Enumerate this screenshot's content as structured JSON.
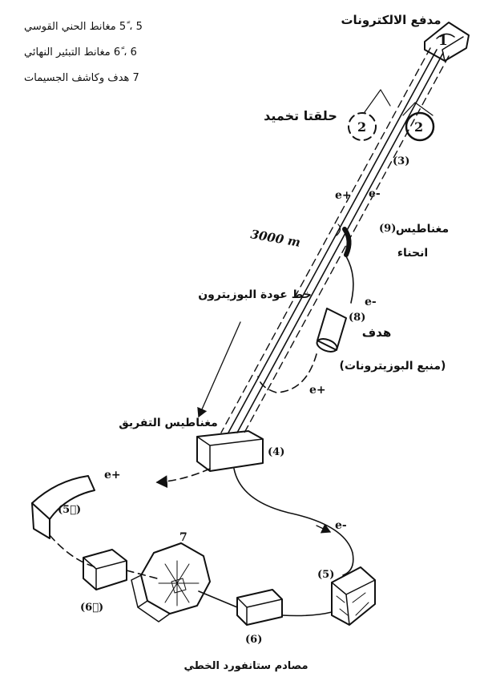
{
  "legend": {
    "items": [
      "5 ، 5ً مغانط الحني القوسي",
      "6 ، 6ً مغانط التبئير النهائي",
      "7 هدف وكاشف الجسيمات"
    ]
  },
  "labels": {
    "electron_gun": "مدفع الالكترونات",
    "damping_rings": "حلقتا تخميد",
    "length": "3000 m",
    "positron_return": "خط عودة البوزيترون",
    "magnet_9_line1": "مغناطيس",
    "magnet_9_line2": "انحناء",
    "target": "هدف",
    "positron_source": "(منبع البوزيترونات)",
    "separation_magnet": "مغناطيس التفريق"
  },
  "particles": {
    "e_plus": "e+",
    "e_minus": "e-"
  },
  "numbers": {
    "n1": "1",
    "n2": "2",
    "n2p": "2",
    "n3": "(3)",
    "n4": "(4)",
    "n5": "(5)",
    "n5p": "(5ً)",
    "n6": "(6)",
    "n6p": "(6ً)",
    "n7": "7",
    "n8": "(8)",
    "n9": "(9)"
  },
  "caption": "مصادم ستانفورد الخطي"
}
